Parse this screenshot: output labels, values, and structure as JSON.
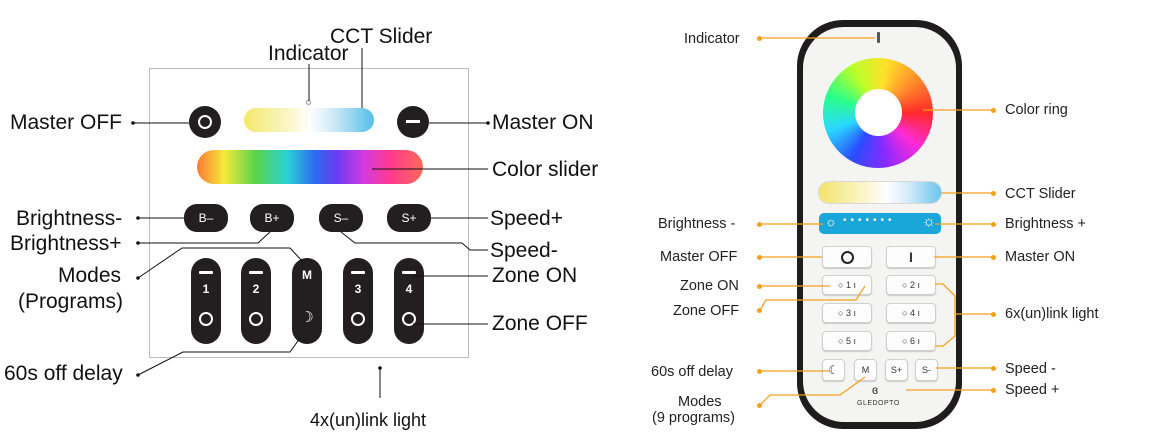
{
  "left_panel": {
    "labels": {
      "cct_slider": "CCT Slider",
      "indicator": "Indicator",
      "master_off": "Master OFF",
      "master_on": "Master ON",
      "color_slider": "Color slider",
      "brightness_minus": "Brightness-",
      "brightness_plus": "Brightness+",
      "speed_plus": "Speed+",
      "speed_minus": "Speed-",
      "modes": "Modes",
      "programs": "(Programs)",
      "zone_on": "Zone ON",
      "zone_off": "Zone OFF",
      "off_delay": "60s off delay",
      "link_light": "4x(un)link light"
    },
    "buttons": {
      "b_minus": "B–",
      "b_plus": "B+",
      "s_minus": "S–",
      "s_plus": "S+",
      "modes": "M",
      "zone_1": "1",
      "zone_2": "2",
      "zone_3": "3",
      "zone_4": "4"
    }
  },
  "right_remote": {
    "labels": {
      "indicator": "Indicator",
      "color_ring": "Color ring",
      "cct_slider": "CCT Slider",
      "brightness_minus": "Brightness -",
      "brightness_plus": "Brightness +",
      "master_off": "Master OFF",
      "master_on": "Master ON",
      "zone_on": "Zone ON",
      "zone_off": "Zone OFF",
      "link_light": "6x(un)link light",
      "off_delay": "60s off delay",
      "modes": "Modes",
      "programs": "(9 programs)",
      "speed_minus": "Speed -",
      "speed_plus": "Speed +"
    },
    "buttons": {
      "master_on": "I",
      "zone_1": "1",
      "zone_2": "2",
      "zone_3": "3",
      "zone_4": "4",
      "zone_5": "5",
      "zone_6": "6",
      "modes": "M",
      "speed_plus": "S+",
      "speed_minus": "S-"
    },
    "brand": "GLEDOPTO"
  },
  "colors": {
    "accent_orange": "#f4a11f",
    "button_dark": "#231f20",
    "brightness_bar": "#1aa6d8"
  }
}
